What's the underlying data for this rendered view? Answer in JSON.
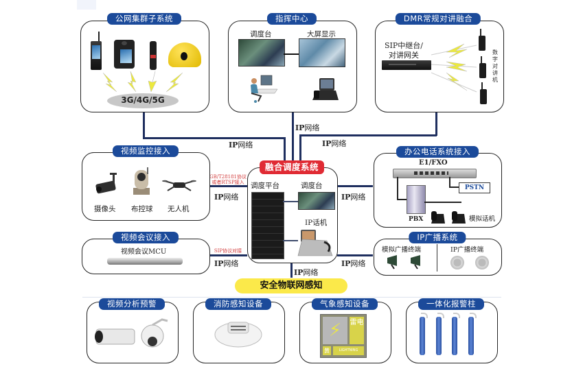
{
  "title": "融合调度系统架构",
  "colors": {
    "tag_blue": "#1b4a9a",
    "core_red": "#e02b34",
    "iot_yellow": "#fbe94a",
    "line_navy": "#1f2f5f",
    "protocol_red": "#d23b3b"
  },
  "public_network": {
    "title": "公网集群子系统",
    "devices": [
      "手持终端",
      "执法记录仪",
      "手电终端",
      "智能安全帽"
    ],
    "network": "3G/4G/5G"
  },
  "command_center": {
    "title": "指挥中心",
    "dispatch_console": "调度台",
    "big_screen": "大屏显示"
  },
  "dmr": {
    "title": "DMR常规对讲融合",
    "gateway_line1": "SIP中继台/",
    "gateway_line2": "对讲网关",
    "radios_label": [
      "数",
      "字",
      "对",
      "讲",
      "机"
    ]
  },
  "video_surveillance": {
    "title": "视频监控接入",
    "items": [
      "摄像头",
      "布控球",
      "无人机"
    ],
    "protocol_line1": "GB/T28181协议",
    "protocol_line2": "或者RTSP接入"
  },
  "video_conference": {
    "title": "视频会议接入",
    "device": "视频会议MCU",
    "protocol": "SIP协议对接"
  },
  "core": {
    "title": "融合调度系统",
    "platform": "调度平台",
    "console": "调度台",
    "ip_phone": "IP话机"
  },
  "office_phone": {
    "title": "办公电话系统接入",
    "gateway": "E1/FXO",
    "pstn": "PSTN",
    "pbx": "PBX",
    "analog_phone": "模拟话机"
  },
  "ip_broadcast": {
    "title": "IP广播系统",
    "analog_terminal": "模拟广播终端",
    "ip_terminal": "IP广播终端"
  },
  "iot": {
    "title": "安全物联网感知"
  },
  "bottom": [
    {
      "title": "视频分析预警"
    },
    {
      "title": "消防感知设备"
    },
    {
      "title": "气象感知设备",
      "warning_text": "雷电",
      "warning_en": "LIGHTNING",
      "warning_level": "黄"
    },
    {
      "title": "一体化报警柱"
    }
  ],
  "ip_network_label": {
    "bold": "IP",
    "rest": "网络"
  }
}
